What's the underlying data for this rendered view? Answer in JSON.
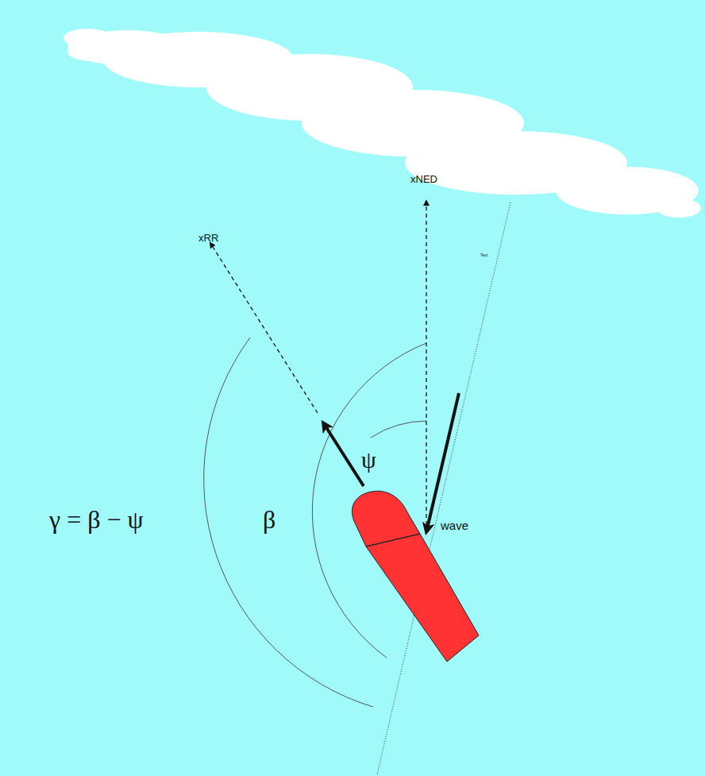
{
  "diagram": {
    "labels": [
      "xRR",
      "xNED",
      "ψ",
      "β",
      "γ = β − ψ",
      "wave",
      "Text"
    ]
  }
}
